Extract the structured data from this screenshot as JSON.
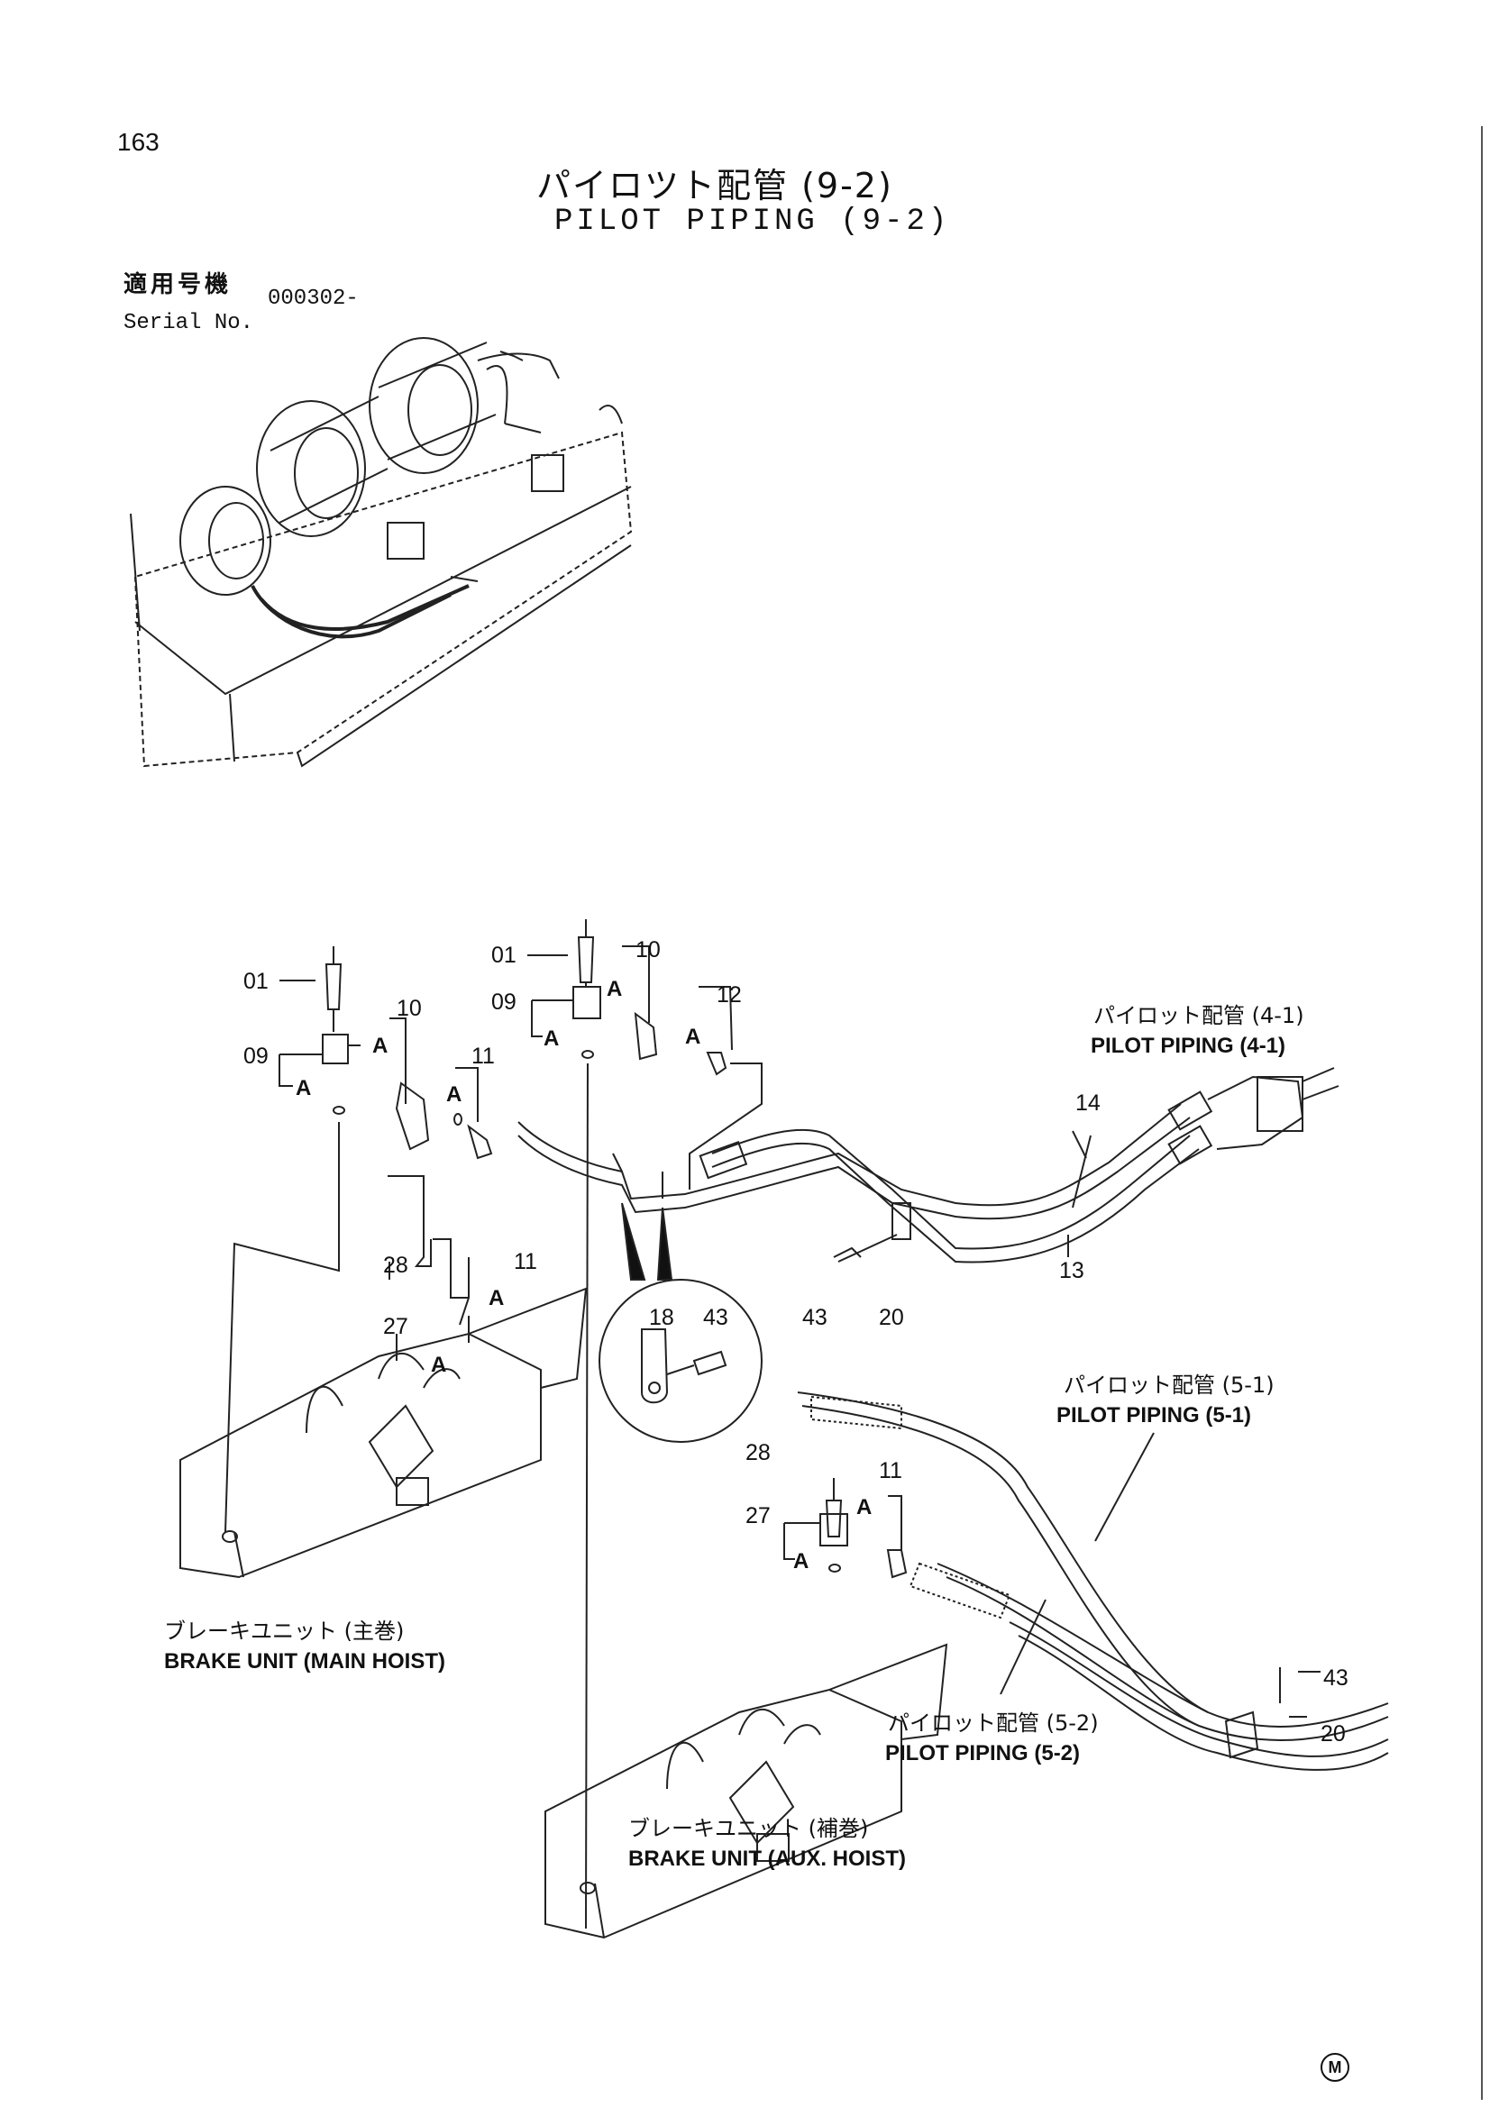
{
  "page_number": "163",
  "title_ja": "パイロツト配管 (9-2)",
  "title_en": "PILOT PIPING (9-2)",
  "serial": {
    "label_ja": "適用号機",
    "label_en": "Serial No.",
    "value": "000302-"
  },
  "footer_mark": "M",
  "callouts": {
    "c01_left": "01",
    "c09_left": "09",
    "c10_left": "10",
    "c11_left": "11",
    "a_left_1": "A",
    "a_left_2": "A",
    "a_left_3": "A",
    "c01_mid": "01",
    "c09_mid": "09",
    "c10_mid": "10",
    "c12": "12",
    "a_mid_1": "A",
    "a_mid_2": "A",
    "a_mid_3": "A",
    "c28_left": "28",
    "c11_brake": "11",
    "c27_left": "27",
    "a_brake_1": "A",
    "a_brake_2": "A",
    "c28_aux": "28",
    "c11_aux": "11",
    "c27_aux": "27",
    "a_aux_1": "A",
    "a_aux_2": "A",
    "c14": "14",
    "c13": "13",
    "c43": "43",
    "c20": "20",
    "c18_detail": "18",
    "c43_detail": "43",
    "c43_right": "43",
    "c20_right": "20"
  },
  "labels": {
    "pp41_ja": "パイロット配管 (4-1)",
    "pp41_en": "PILOT PIPING (4-1)",
    "pp51_ja": "パイロット配管 (5-1)",
    "pp51_en": "PILOT PIPING (5-1)",
    "pp52_ja": "パイロット配管 (5-2)",
    "pp52_en": "PILOT PIPING (5-2)",
    "brake_main_ja": "ブレーキユニット (主巻)",
    "brake_main_en": "BRAKE UNIT (MAIN HOIST)",
    "brake_aux_ja": "ブレーキユニット (補巻)",
    "brake_aux_en": "BRAKE UNIT (AUX. HOIST)"
  }
}
